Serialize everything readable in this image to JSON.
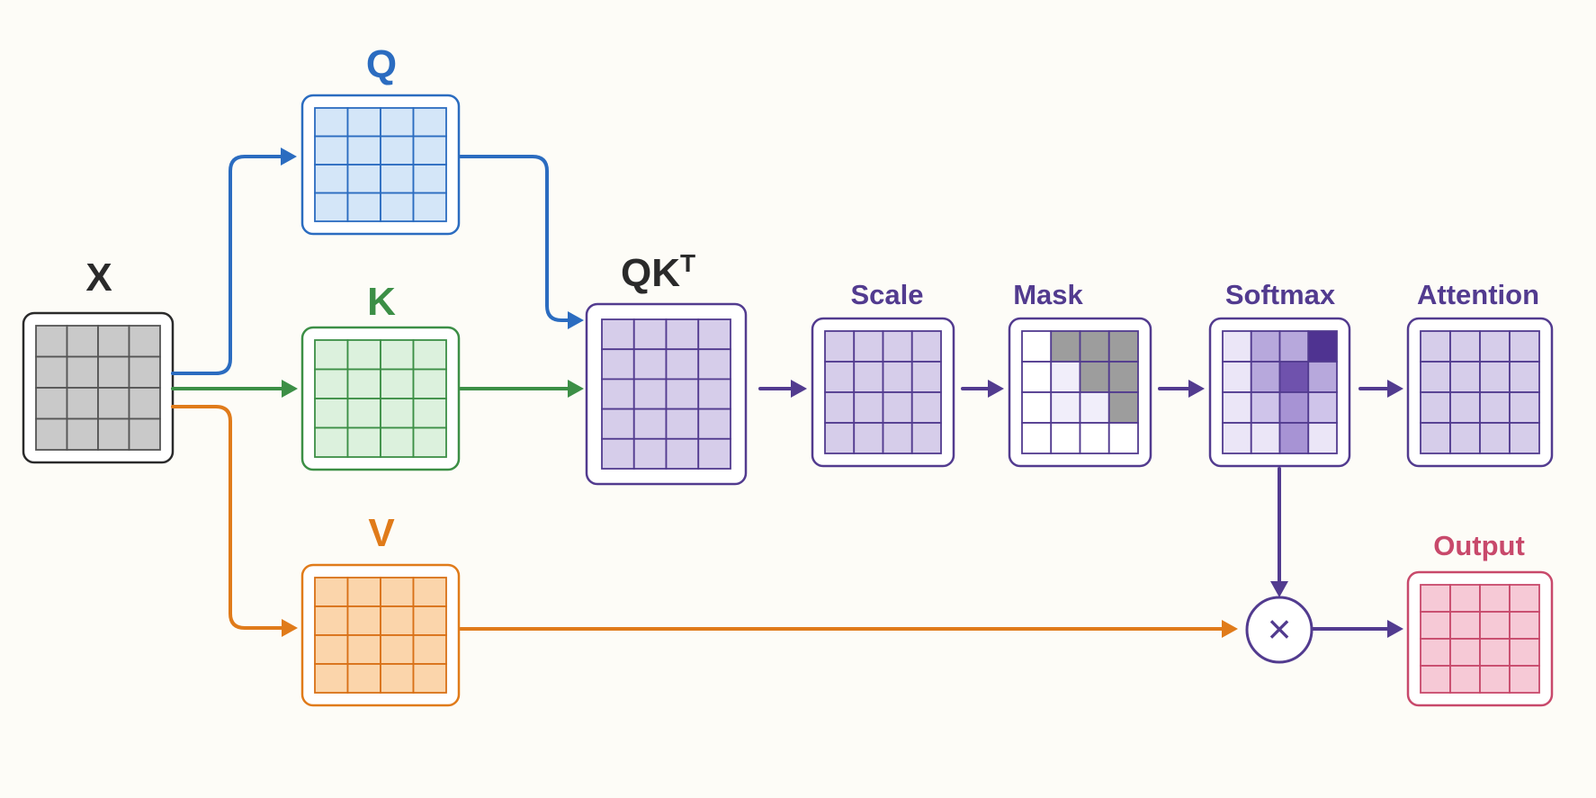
{
  "labels": {
    "x": "X",
    "q": "Q",
    "k": "K",
    "v": "V",
    "qkt_main": "QK",
    "qkt_sup": "T",
    "scale": "Scale",
    "mask": "Mask",
    "softmax": "Softmax",
    "attention": "Attention",
    "output": "Output",
    "multiply_symbol": "×"
  },
  "colors": {
    "background": "#fdfcf7",
    "x": "#3a3a3a",
    "q": "#2b6cc0",
    "k": "#3c8f46",
    "v": "#e07b1a",
    "attention_path": "#523b8f",
    "output": "#c8496b"
  },
  "matrices": {
    "x": {
      "rows": 4,
      "cols": 4
    },
    "q": {
      "rows": 4,
      "cols": 4
    },
    "k": {
      "rows": 4,
      "cols": 4
    },
    "v": {
      "rows": 4,
      "cols": 4
    },
    "qkt": {
      "rows": 5,
      "cols": 4
    },
    "scale": {
      "rows": 4,
      "cols": 4
    },
    "mask": {
      "rows": 4,
      "cols": 4,
      "masked": [
        [
          0,
          1
        ],
        [
          0,
          2
        ],
        [
          0,
          3
        ],
        [
          1,
          2
        ],
        [
          1,
          3
        ],
        [
          2,
          3
        ]
      ]
    },
    "softmax": {
      "rows": 4,
      "cols": 4
    },
    "attention": {
      "rows": 4,
      "cols": 4
    },
    "output": {
      "rows": 4,
      "cols": 4
    }
  }
}
